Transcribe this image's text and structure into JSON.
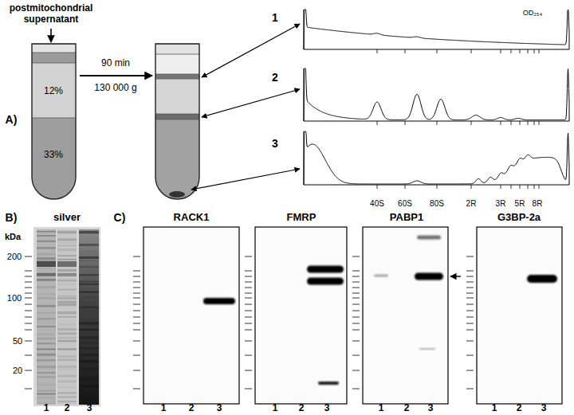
{
  "diagram": {
    "labels": [
      "postmitochondrial supernatant",
      "A)",
      "12%",
      "33%",
      "90 min",
      "130 000 g",
      "1",
      "2",
      "3",
      "OD₂₅₄",
      "40S",
      "60S",
      "80S",
      "2R",
      "3R",
      "5R",
      "8R",
      "B)",
      "silver",
      "kDa",
      "200",
      "100",
      "50",
      "20",
      "1",
      "2",
      "3",
      "C)",
      "RACK1",
      "1",
      "2",
      "3",
      "FMRP",
      "1",
      "2",
      "3",
      "PABP1",
      "1",
      "2",
      "3",
      "G3BP-2a",
      "1",
      "2",
      "3"
    ]
  }
}
